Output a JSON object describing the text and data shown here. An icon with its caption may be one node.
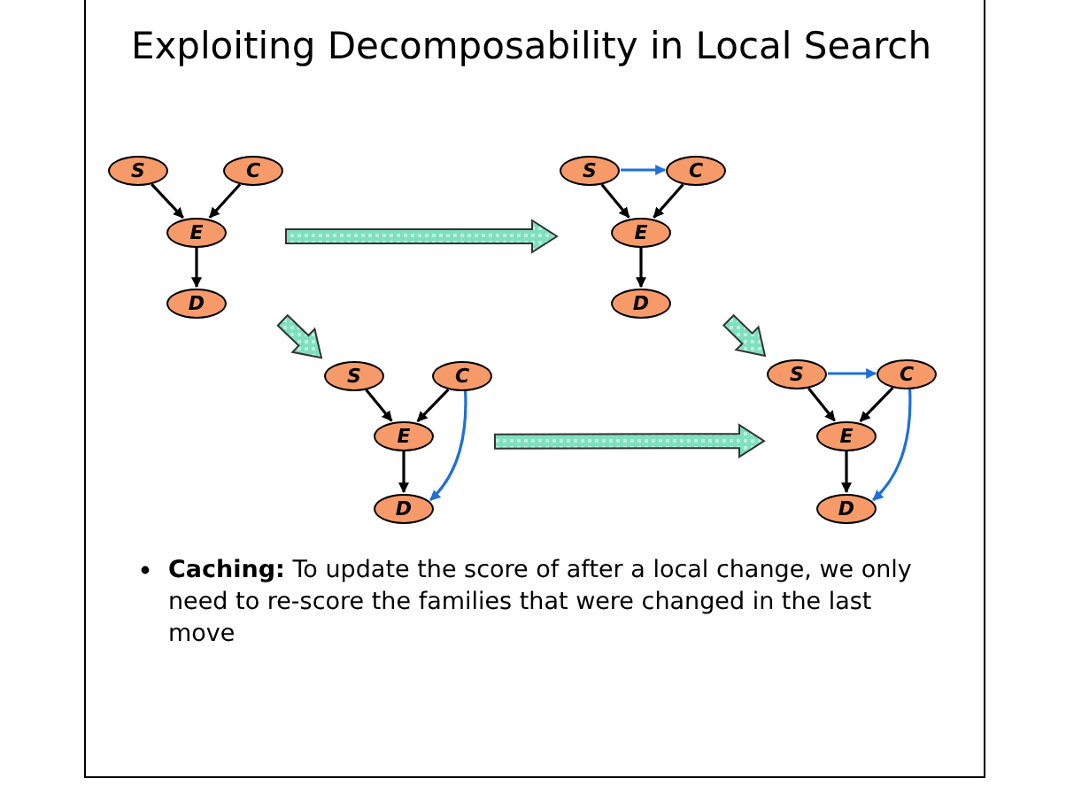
{
  "diagram": {
    "title": "Exploiting Decomposability in Local Search",
    "nodes": [
      {
        "text": [],
        "shape": "picture"
      },
      {
        "text": [
          "S"
        ],
        "in": 0
      },
      {
        "text": [
          "C"
        ],
        "in": 0
      },
      {
        "text": [
          "E"
        ],
        "in": 0
      },
      {
        "text": [
          "D"
        ],
        "in": 0
      },
      {
        "text": [],
        "shape": "picture"
      },
      {
        "text": [
          "S"
        ],
        "in": 5
      },
      {
        "text": [
          "C"
        ],
        "in": 5
      },
      {
        "text": [
          "E"
        ],
        "in": 5
      },
      {
        "text": [
          "D"
        ],
        "in": 5
      },
      {
        "text": [],
        "shape": "picture"
      },
      {
        "text": [
          "S"
        ],
        "in": 10
      },
      {
        "text": [
          "C"
        ],
        "in": 10
      },
      {
        "text": [
          "E"
        ],
        "in": 10
      },
      {
        "text": [
          "D"
        ],
        "in": 10
      },
      {
        "text": [],
        "shape": "picture"
      },
      {
        "text": [
          "S"
        ],
        "in": 15
      },
      {
        "text": [
          "C"
        ],
        "in": 15
      },
      {
        "text": [
          "E"
        ],
        "in": 15
      },
      {
        "text": [
          "D"
        ],
        "in": 15
      }
    ],
    "edges": [
      {
        "from": 1,
        "to": 3,
        "arrow": "to"
      },
      {
        "from": 2,
        "to": 3,
        "arrow": "to"
      },
      {
        "from": 3,
        "to": 4,
        "arrow": "to"
      },
      {
        "from": 0,
        "to": 5,
        "arrow": "to",
        "style": "thick",
        "color": "#7fe0bf"
      },
      {
        "from": 0,
        "to": 10,
        "arrow": "to",
        "style": "thick",
        "color": "#7fe0bf"
      },
      {
        "from": 6,
        "to": 7,
        "arrow": "to",
        "color": "#1f6fd6"
      },
      {
        "from": 6,
        "to": 8,
        "arrow": "to"
      },
      {
        "from": 7,
        "to": 8,
        "arrow": "to"
      },
      {
        "from": 8,
        "to": 9,
        "arrow": "to"
      },
      {
        "from": 5,
        "to": 15,
        "arrow": "to",
        "style": "thick",
        "color": "#7fe0bf"
      },
      {
        "from": 11,
        "to": 13,
        "arrow": "to"
      },
      {
        "from": 12,
        "to": 13,
        "arrow": "to"
      },
      {
        "from": 13,
        "to": 14,
        "arrow": "to"
      },
      {
        "from": 12,
        "to": 14,
        "arrow": "to",
        "color": "#1f6fd6"
      },
      {
        "from": 10,
        "to": 15,
        "arrow": "to",
        "style": "thick",
        "color": "#7fe0bf"
      },
      {
        "from": 16,
        "to": 17,
        "arrow": "to",
        "color": "#1f6fd6"
      },
      {
        "from": 16,
        "to": 18,
        "arrow": "to"
      },
      {
        "from": 17,
        "to": 18,
        "arrow": "to"
      },
      {
        "from": 18,
        "to": 19,
        "arrow": "to"
      },
      {
        "from": 17,
        "to": 19,
        "arrow": "to",
        "color": "#1f6fd6"
      }
    ],
    "labels": [
      "**Caching:** To update the score of after a local change, we only need to re-score the families that were changed in the last move"
    ]
  }
}
